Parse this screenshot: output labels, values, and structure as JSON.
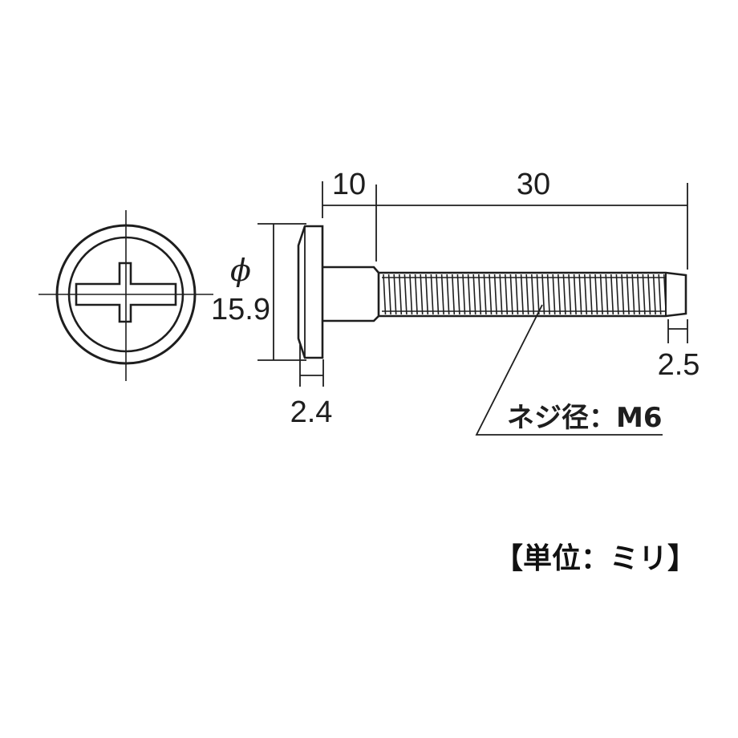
{
  "diagram": {
    "head_diameter": {
      "symbol": "ϕ",
      "value": "15.9"
    },
    "head_thickness": "2.4",
    "neck_length": "10",
    "thread_length": "30",
    "tip_length": "2.5",
    "thread_note": "ネジ径：M6",
    "unit_note": "【単位：ミリ】"
  },
  "colors": {
    "line": "#1e1e1e",
    "background": "#ffffff"
  }
}
